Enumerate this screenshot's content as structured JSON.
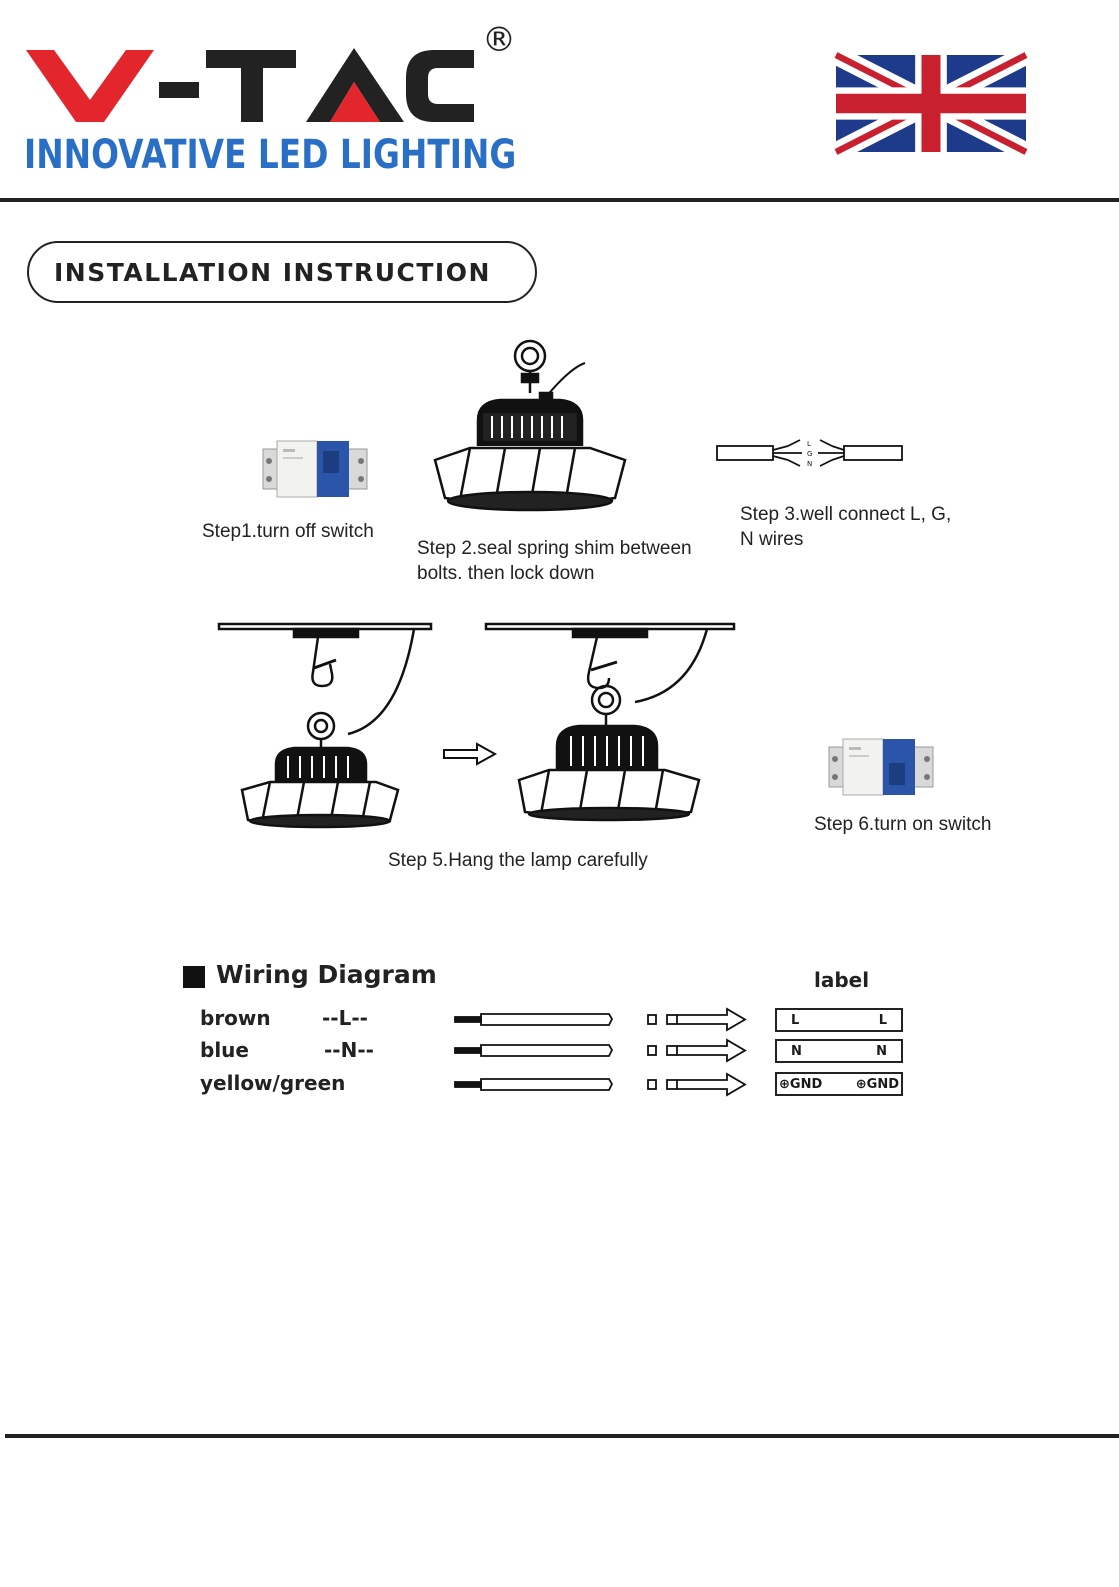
{
  "brand": {
    "logo_text": "V-TAC",
    "registered": "®",
    "tagline": "INNOVATIVE LED LIGHTING",
    "colors": {
      "red": "#e3262b",
      "black": "#222222",
      "blue": "#2a6fc6"
    }
  },
  "flag": {
    "icon": "uk-flag-icon",
    "colors": {
      "blue": "#1e3a8a",
      "red": "#c8202f",
      "white": "#ffffff"
    }
  },
  "section_title": "INSTALLATION INSTRUCTION",
  "steps": {
    "step1": "Step1.turn off switch",
    "step2_line1": "Step 2.seal spring shim between",
    "step2_line2": "bolts. then lock down",
    "step3_line1": "Step 3.well connect L, G,",
    "step3_line2": "N wires",
    "step5": "Step 5.Hang the lamp carefully",
    "step6": "Step 6.turn on switch"
  },
  "wiring": {
    "title": "Wiring Diagram",
    "label_header": "label",
    "rows": [
      {
        "color": "brown",
        "code": "--L--",
        "left": "L",
        "right": "L"
      },
      {
        "color": "blue",
        "code": "--N--",
        "left": "N",
        "right": "N"
      },
      {
        "color": "yellow/green",
        "code": "",
        "left": "GND",
        "right": "GND"
      }
    ],
    "ground_symbol": "⊕"
  }
}
